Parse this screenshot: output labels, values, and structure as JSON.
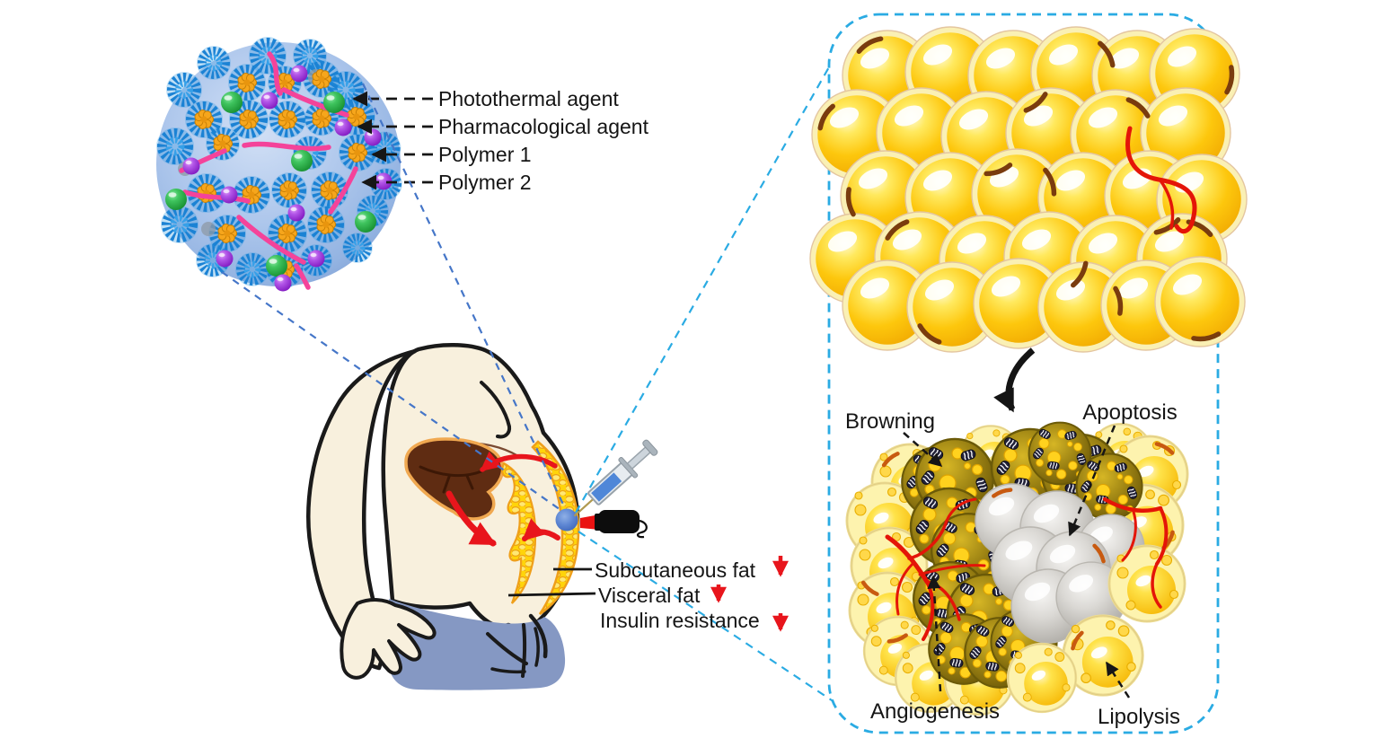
{
  "figure": {
    "nanoparticle_legend": [
      {
        "label": "Photothermal agent",
        "marker_color": "#22a03a"
      },
      {
        "label": "Pharmacological agent",
        "marker_color": "#9b3fd6"
      },
      {
        "label": "Polymer 1",
        "marker_color": "#f5a81e"
      },
      {
        "label": "Polymer 2",
        "marker_color": "#f4439a"
      }
    ],
    "body_annotations": [
      {
        "label": "Subcutaneous fat",
        "trend": "down"
      },
      {
        "label": "Visceral fat",
        "trend": "down"
      },
      {
        "label": "Insulin resistance",
        "trend": "down"
      }
    ],
    "adipose_panel_labels": {
      "browning": "Browning",
      "apoptosis": "Apoptosis",
      "angiogenesis": "Angiogenesis",
      "lipolysis": "Lipolysis"
    },
    "icons": {
      "syringe": "syringe-icon",
      "laser": "laser-pointer-icon",
      "injection": "injection-site-dot"
    },
    "colors": {
      "panel_border": "#2aabe3",
      "cone_line_left": "#4576c8",
      "arrow_red": "#e8151c",
      "adipocyte_gold": "#fcc40a",
      "nanoparticle_ball": "#a9c4ea",
      "browning_cell": "#8a7410",
      "apoptotic_cell": "#c5c2bc"
    }
  }
}
